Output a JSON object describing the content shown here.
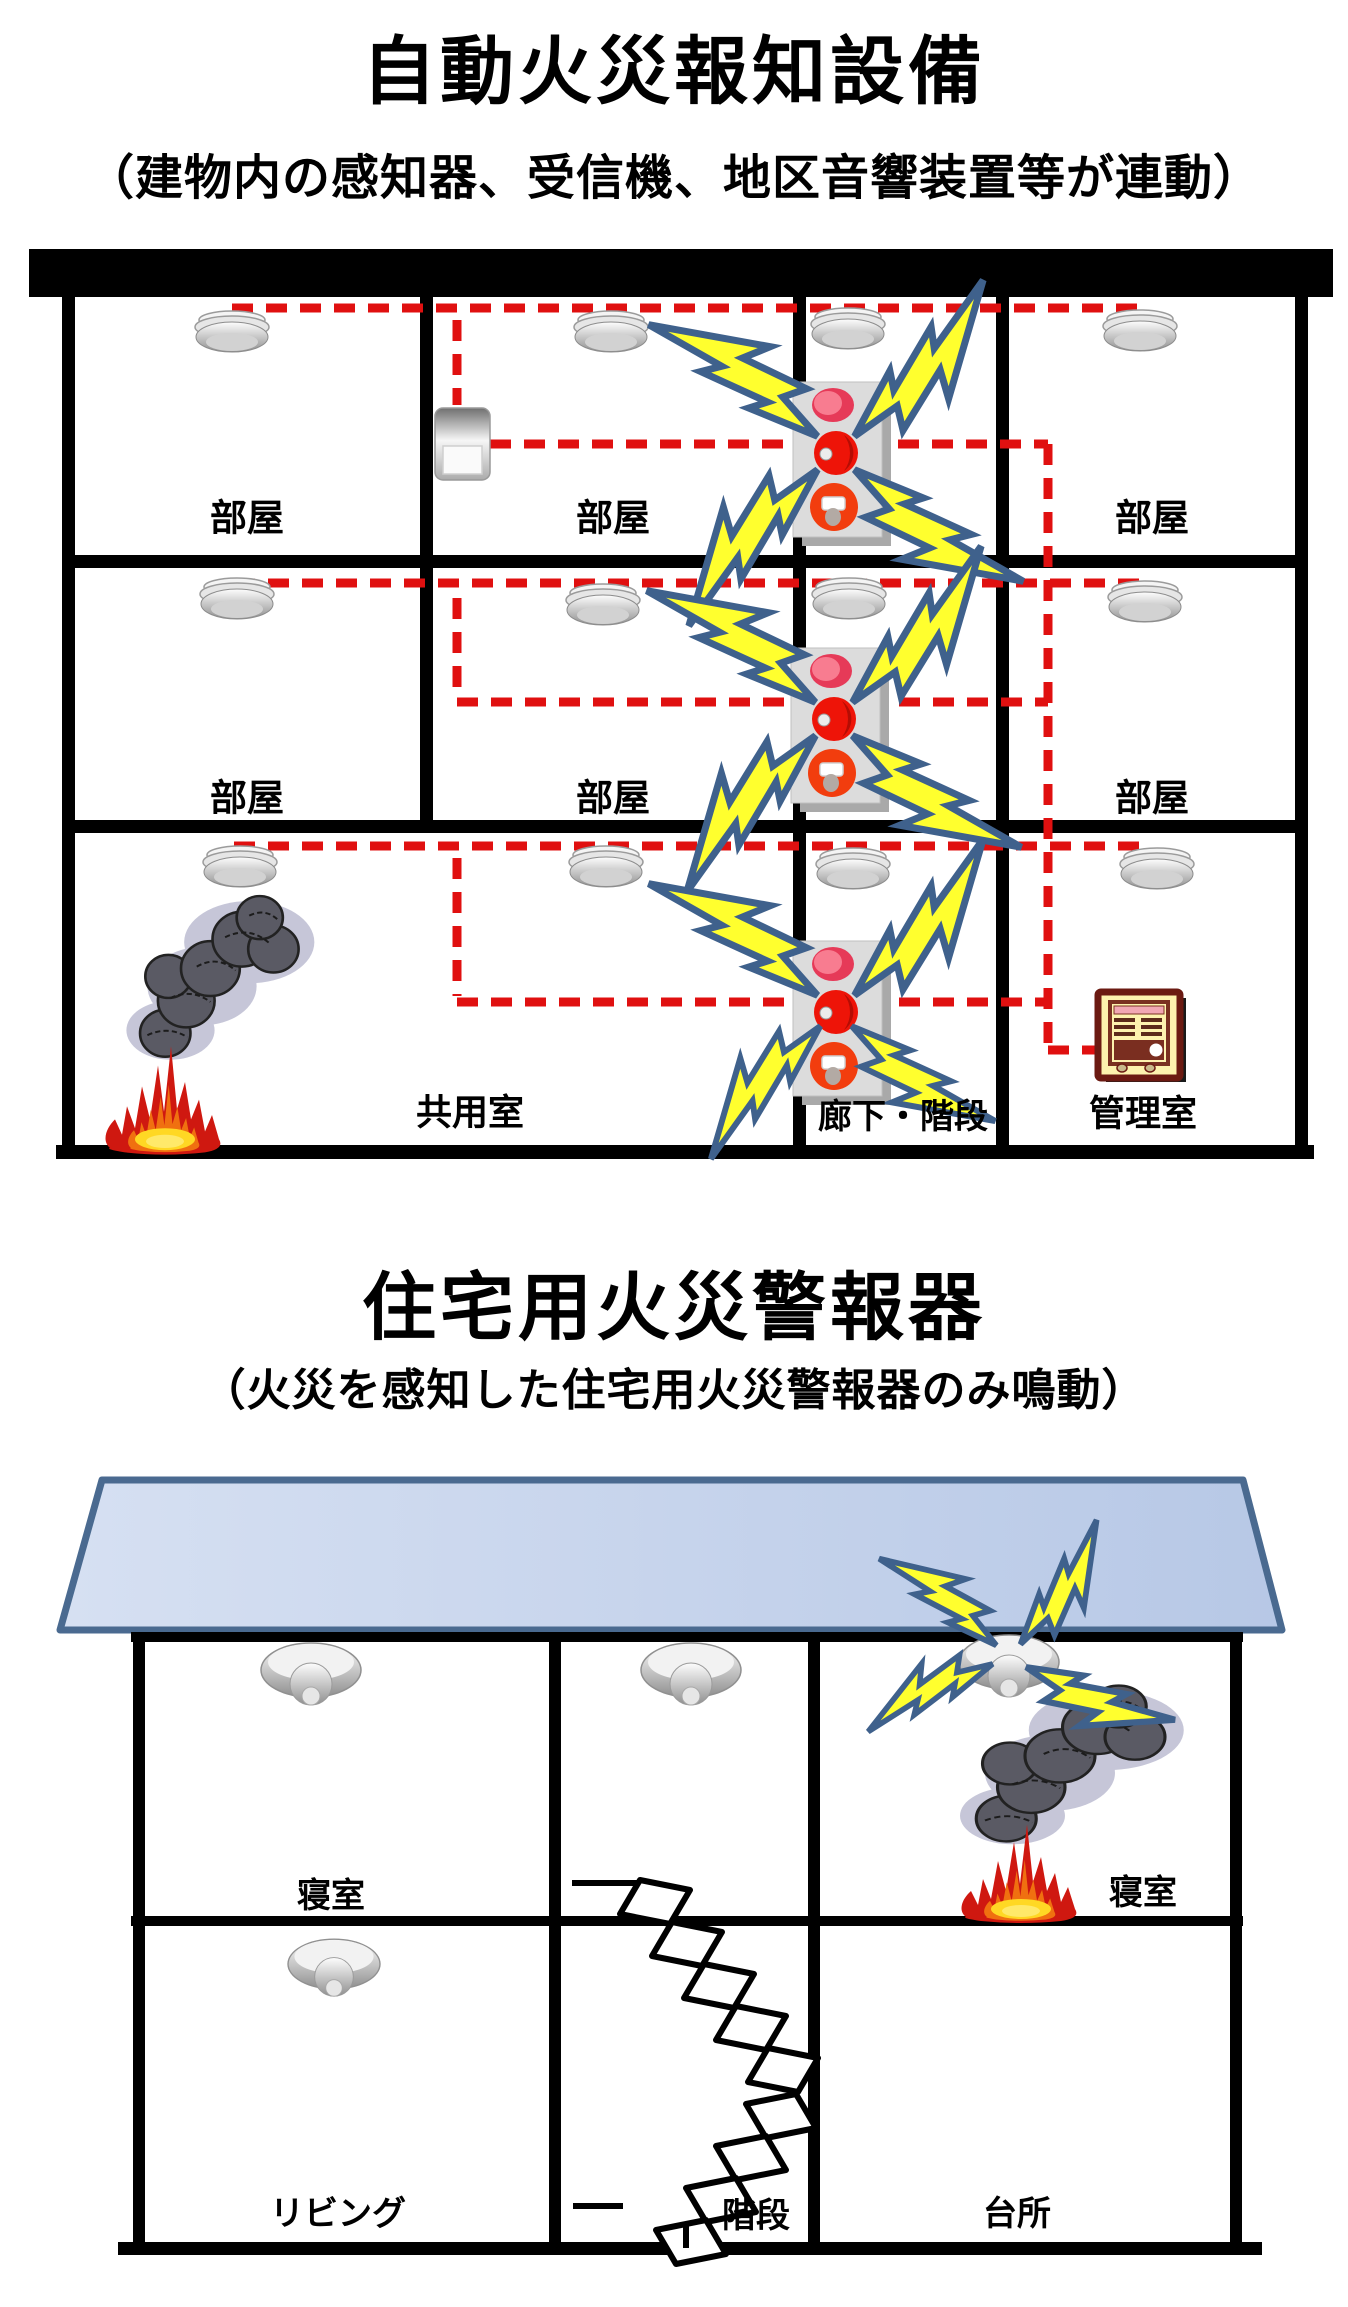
{
  "s1": {
    "title": "自動火災報知設備",
    "subtitle": "（建物内の感知器、受信機、地区音響装置等が連動）",
    "labels": {
      "room": "部屋",
      "common": "共用室",
      "corridor": "廊下・階段",
      "office": "管理室"
    }
  },
  "s2": {
    "title": "住宅用火災警報器",
    "subtitle": "（火災を感知した住宅用火災警報器のみ鳴動）",
    "labels": {
      "bedroom": "寝室",
      "living": "リビング",
      "stairs": "階段",
      "kitchen": "台所"
    }
  },
  "colors": {
    "wire_red": "#e01010",
    "bolt_fill": "#ffff2e",
    "bolt_stroke": "#3f618c",
    "roof_stroke": "#4a6a90",
    "panel_gray": "#dcdcdc",
    "lamp_pink": "#e63a58",
    "bell_red": "#ee1408",
    "button_orange": "#f23d0e",
    "fire_outer": "#cf1810",
    "fire_mid": "#f07010",
    "fire_core": "#ffd824",
    "smoke_dark": "#5a5a64",
    "smoke_halo": "#c6c6d8",
    "receiver_face": "#fdf2ae",
    "receiver_frame": "#6b1a12",
    "structure_black": "#000000"
  },
  "icons": {
    "smoke-detector-icon": "silver ceiling disc",
    "residential-alarm-icon": "silver ceiling disc with cone",
    "alarm-lamp-icon": "pink indicator lamp circle",
    "alarm-bell-icon": "red bell circle with striker dot",
    "call-point-icon": "orange push-button circle",
    "transmitter-icon": "gray wall-mounted box",
    "receiver-icon": "beige fire-control panel box",
    "lightning-bolt-icon": "yellow bolt with blue outline",
    "fire-icon": "red/orange/yellow flame",
    "smoke-icon": "dark smoke plume with gray halo",
    "staircase-icon": "3D staircase line art"
  }
}
